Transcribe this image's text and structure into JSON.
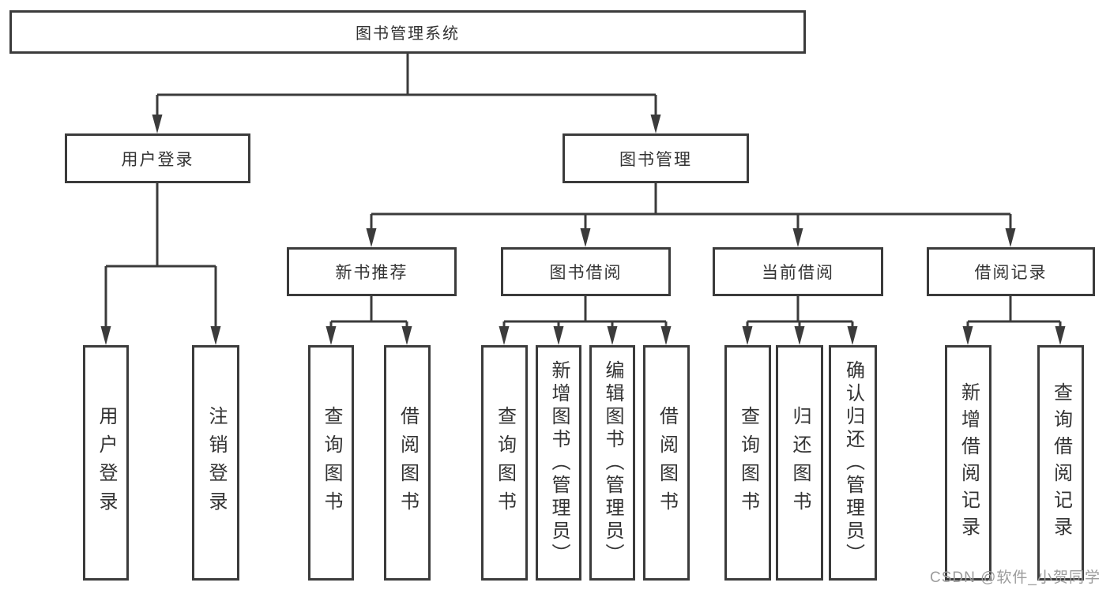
{
  "tree": {
    "root": {
      "label": "图书管理系统"
    },
    "branches": [
      {
        "label": "用户登录",
        "children": [
          {
            "label": "用户登录"
          },
          {
            "label": "注销登录"
          }
        ]
      },
      {
        "label": "图书管理",
        "children": [
          {
            "label": "新书推荐",
            "children": [
              {
                "label": "查询图书"
              },
              {
                "label": "借阅图书"
              }
            ]
          },
          {
            "label": "图书借阅",
            "children": [
              {
                "label": "查询图书"
              },
              {
                "label": "新增图书（管理员）"
              },
              {
                "label": "编辑图书（管理员）"
              },
              {
                "label": "借阅图书"
              }
            ]
          },
          {
            "label": "当前借阅",
            "children": [
              {
                "label": "查询图书"
              },
              {
                "label": "归还图书"
              },
              {
                "label": "确认归还（管理员）"
              }
            ]
          },
          {
            "label": "借阅记录",
            "children": [
              {
                "label": "新增借阅记录"
              },
              {
                "label": "查询借阅记录"
              }
            ]
          }
        ]
      }
    ]
  },
  "watermark": {
    "text": "CSDN @软件_小贺同学"
  },
  "colors": {
    "line": "#3b3b3b",
    "text": "#333333",
    "watermark": "#9c9c9c",
    "background": "#ffffff"
  }
}
